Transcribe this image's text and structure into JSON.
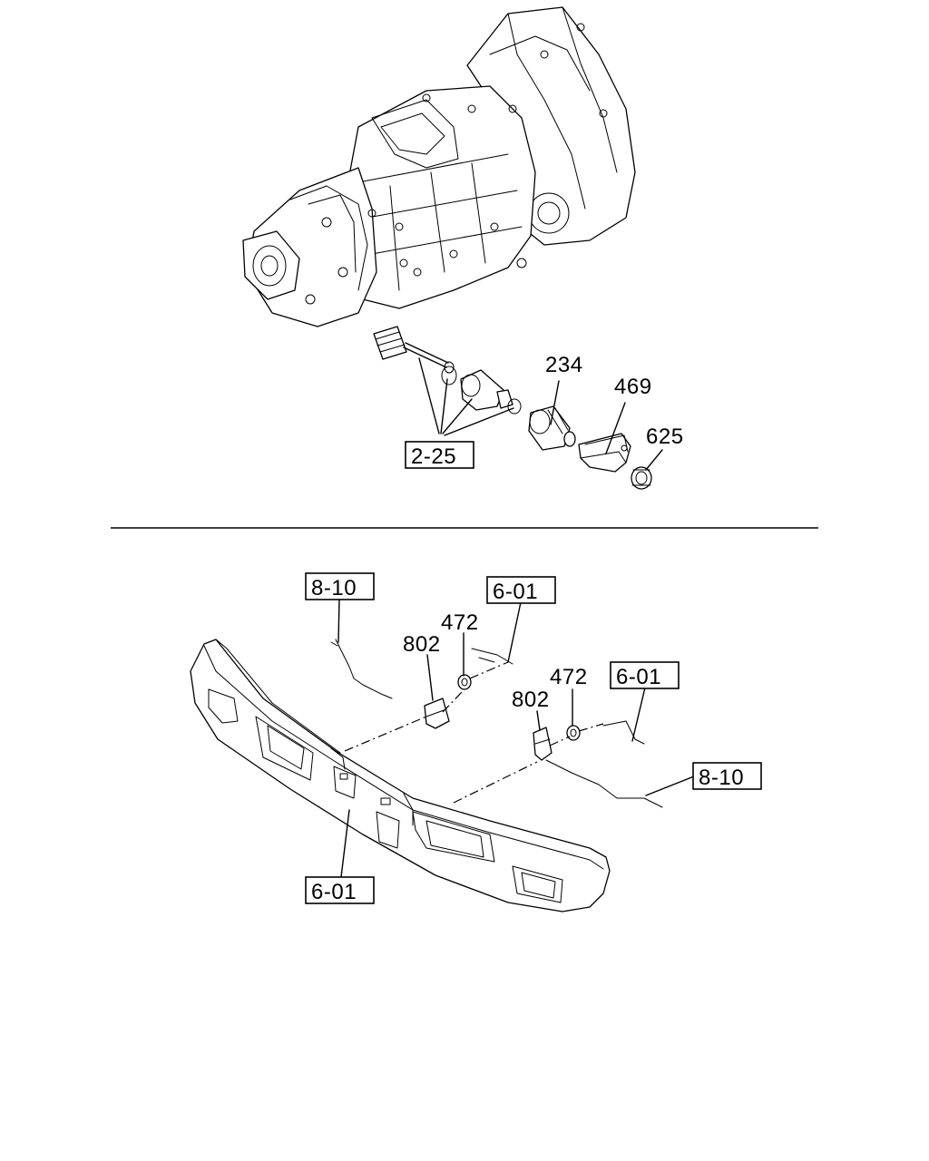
{
  "upper_diagram": {
    "callouts": {
      "speed_sensor": "234",
      "bracket": "469",
      "nut": "625"
    },
    "reference_box": "2-25"
  },
  "lower_diagram": {
    "left": {
      "harness_ref": "8-10",
      "bracket_ref": "6-01",
      "washer": "472",
      "sensor": "802"
    },
    "right": {
      "washer": "472",
      "bracket_ref": "6-01",
      "sensor": "802",
      "harness_ref": "8-10"
    },
    "bumper_ref": "6-01"
  }
}
